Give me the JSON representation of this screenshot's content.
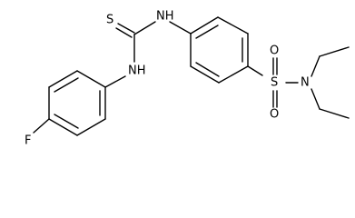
{
  "molecule": {
    "atoms": {
      "thione_sulfur": "S",
      "nh_right": "NH",
      "nh_left": "NH",
      "fluorine": "F",
      "sulfonyl_sulfur": "S",
      "oxygen_top": "O",
      "oxygen_bottom": "O",
      "amine_nitrogen": "N"
    }
  }
}
